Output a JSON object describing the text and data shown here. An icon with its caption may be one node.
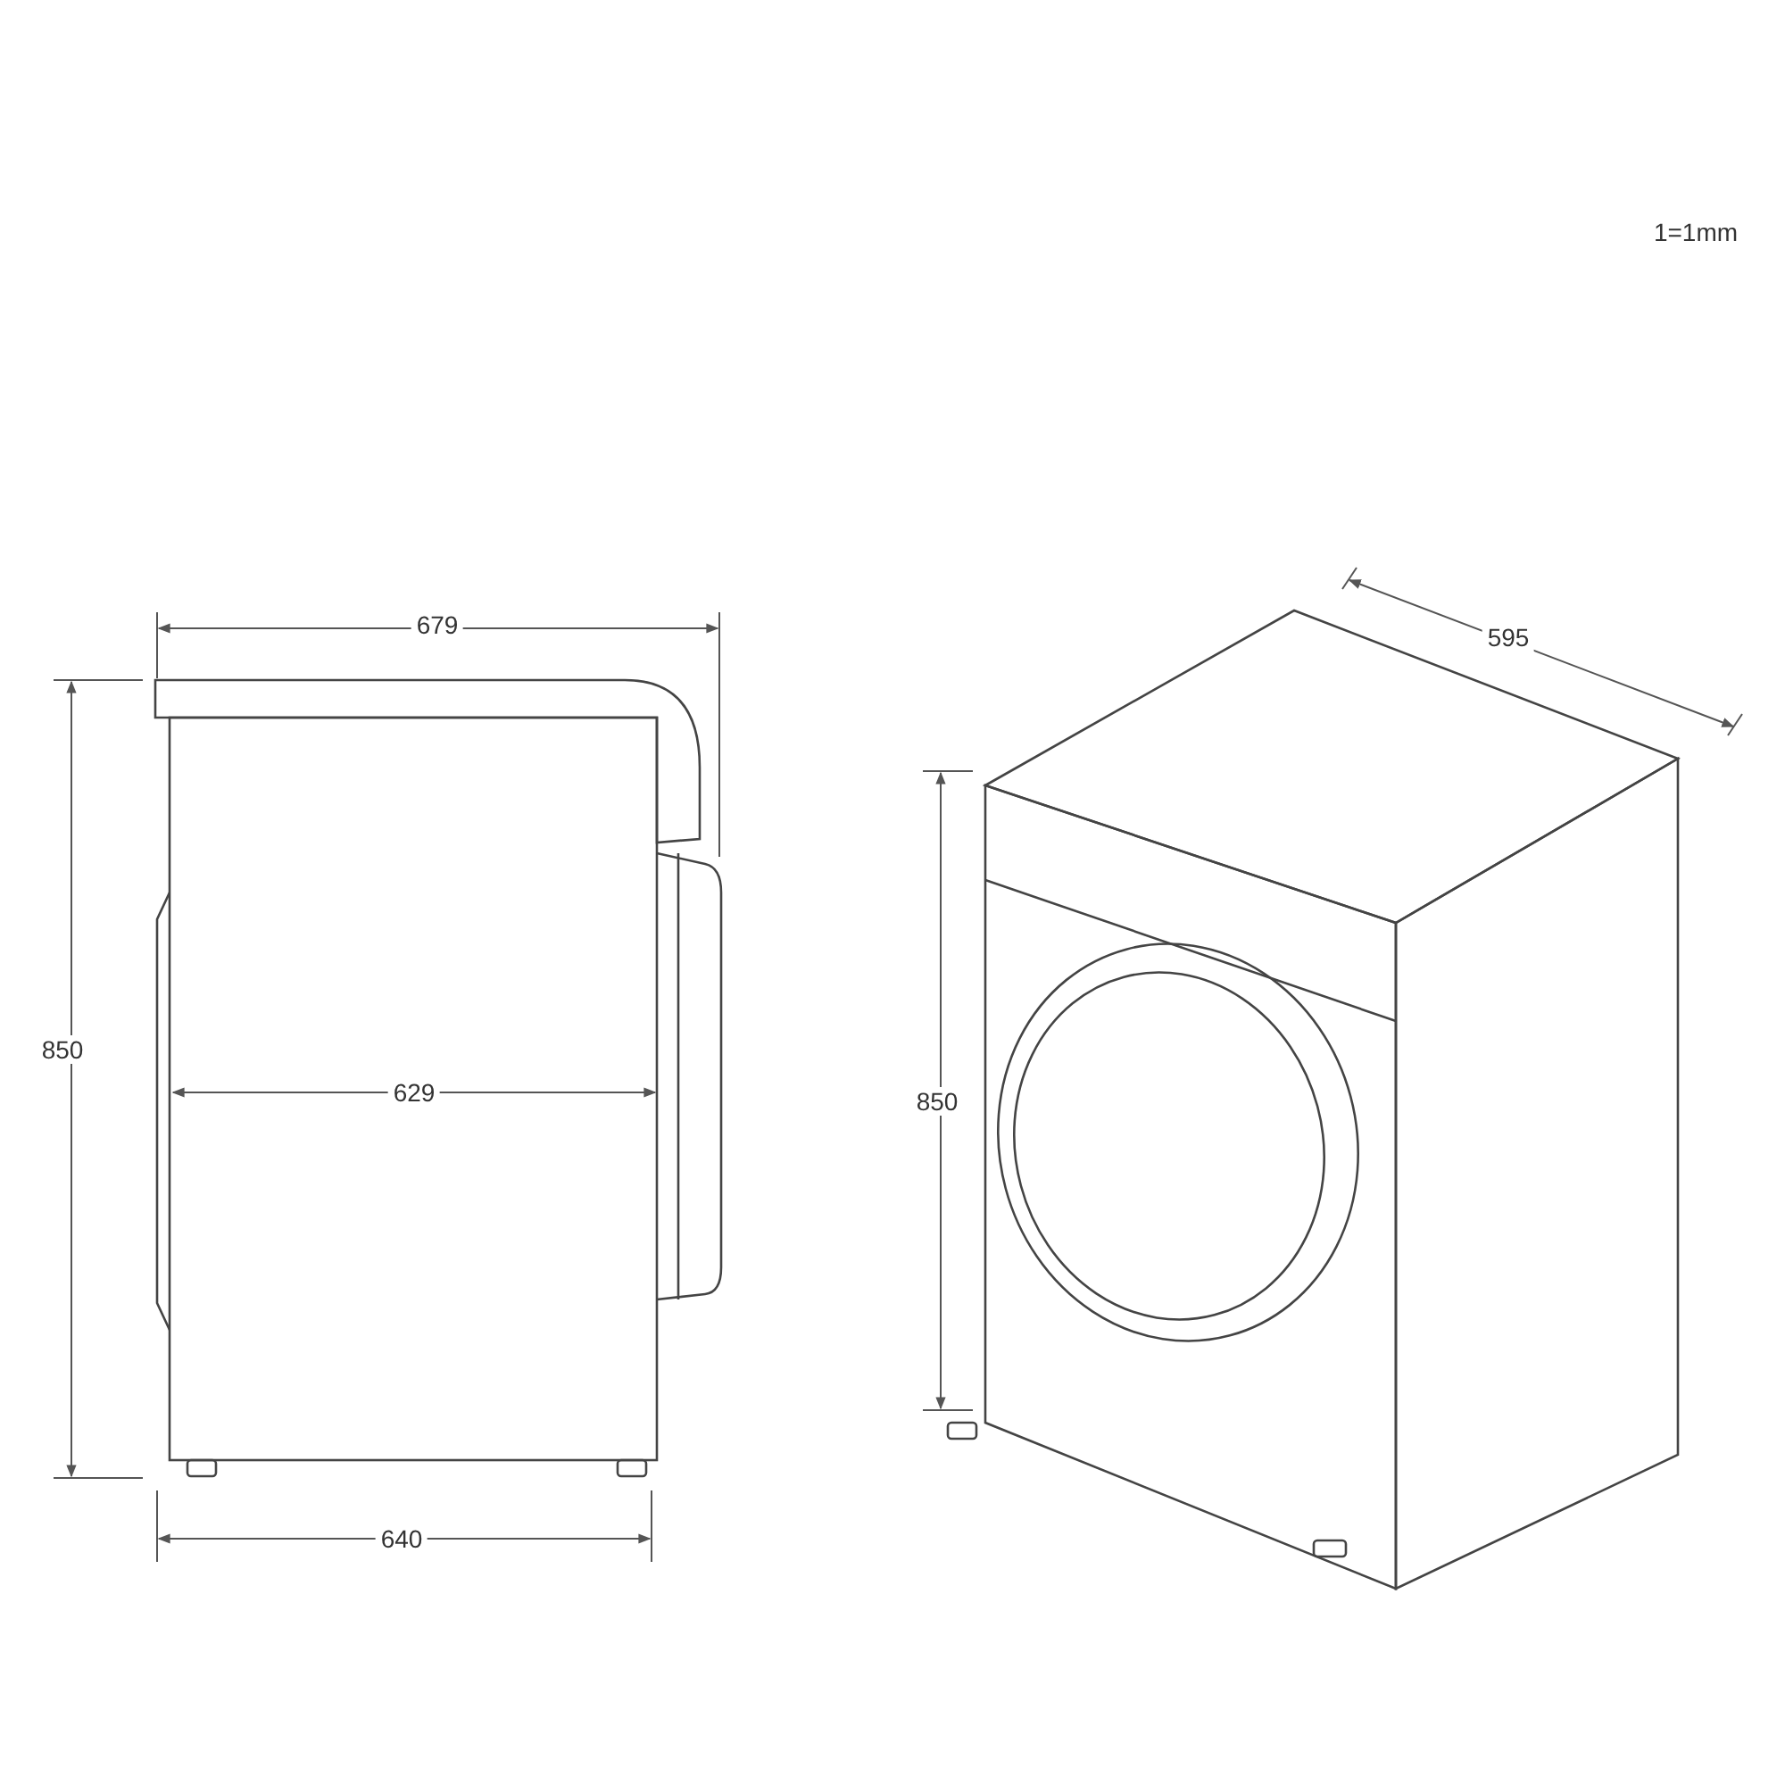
{
  "diagram": {
    "labels": [
      "1=1mm",
      "679",
      "595",
      "850",
      "629",
      "850",
      "640"
    ]
  }
}
